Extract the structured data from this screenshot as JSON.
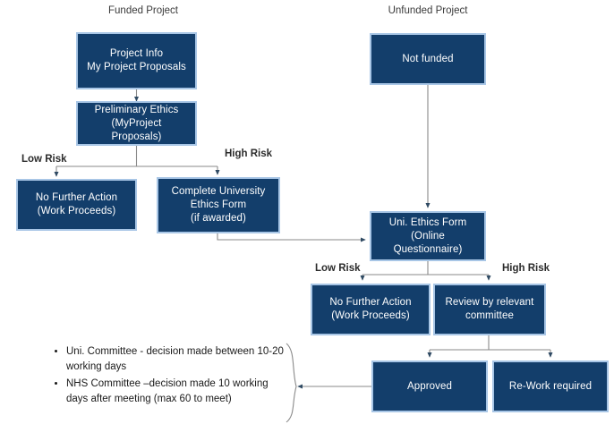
{
  "diagram": {
    "title_left": "Funded Project",
    "title_right": "Unfunded Project",
    "colors": {
      "node_fill": "#133E6B",
      "node_border": "#A8C6E6",
      "node_text": "#FFFFFF",
      "connector": "#808080",
      "label_text": "#2B2B2B",
      "background": "#FFFFFF"
    },
    "nodes": [
      {
        "id": "project-info",
        "label": "Project Info\nMy Project Proposals"
      },
      {
        "id": "preliminary-ethics",
        "label": "Preliminary Ethics\n(MyProject Proposals)"
      },
      {
        "id": "no-further-action-1",
        "label": "No Further Action\n(Work Proceeds)"
      },
      {
        "id": "complete-university-ethics-form",
        "label": "Complete University\nEthics Form\n(if awarded)"
      },
      {
        "id": "not-funded",
        "label": "Not funded"
      },
      {
        "id": "uni-ethics-form",
        "label": "Uni. Ethics Form\n(Online\nQuestionnaire)"
      },
      {
        "id": "no-further-action-2",
        "label": "No Further Action\n(Work Proceeds)"
      },
      {
        "id": "review-by-committee",
        "label": "Review by relevant\ncommittee"
      },
      {
        "id": "approved",
        "label": "Approved"
      },
      {
        "id": "re-work-required",
        "label": "Re-Work required"
      }
    ],
    "node_text": {
      "project_info_line1": "Project Info",
      "project_info_line2": "My Project Proposals",
      "preliminary_ethics_line1": "Preliminary Ethics",
      "preliminary_ethics_line2": "(MyProject Proposals)",
      "no_further_action_1_line1": "No Further Action",
      "no_further_action_1_line2": "(Work Proceeds)",
      "complete_uni_line1": "Complete University",
      "complete_uni_line2": "Ethics Form",
      "complete_uni_line3": "(if awarded)",
      "not_funded": "Not funded",
      "uni_ethics_line1": "Uni. Ethics Form",
      "uni_ethics_line2": "(Online",
      "uni_ethics_line3": "Questionnaire)",
      "no_further_action_2_line1": "No Further Action",
      "no_further_action_2_line2": "(Work Proceeds)",
      "review_line1": "Review by relevant",
      "review_line2": "committee",
      "approved": "Approved",
      "rework": "Re-Work required"
    },
    "edge_labels": {
      "low_risk_top": "Low Risk",
      "high_risk_top": "High Risk",
      "low_risk_bottom": "Low Risk",
      "high_risk_bottom": "High Risk"
    },
    "notes": [
      "Uni. Committee - decision made between 10-20 working days",
      "NHS Committee –decision made 10 working days after meeting (max 60 to meet)"
    ]
  }
}
